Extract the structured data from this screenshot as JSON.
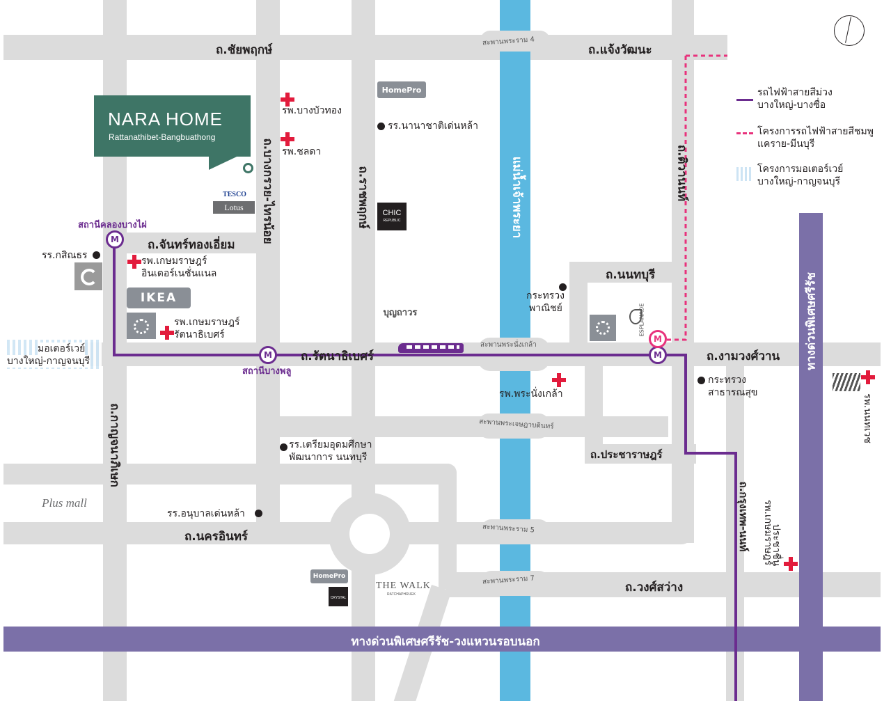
{
  "colors": {
    "road": "#dcdcdc",
    "river": "#5bb8e0",
    "purple_line": "#6b2c8f",
    "pink_line": "#e8327c",
    "expressway": "#7b70a8",
    "callout_bg": "#3e7566",
    "hospital": "#e21b3c"
  },
  "callout": {
    "title": "NARA HOME",
    "subtitle": "Rattanathibet-Bangbuathong"
  },
  "roads": {
    "chaiyapruek": "ถ.ชัยพฤกษ์",
    "chaengwattana": "ถ.แจ้งวัฒนะ",
    "bangkruai_sainoi": "ถ.บางกรวย-ไทรน้อย",
    "ratchapruek": "ถ.ราชพฤกษ์",
    "tiwanon": "ถ.ติวานนท์",
    "chanthongiam": "ถ.จันทร์ทองเอี่ยม",
    "nonthaburi": "ถ.นนทบุรี",
    "rattanathibet": "ถ.รัตนาธิเบศร์",
    "ngamwongwan": "ถ.งามวงศ์วาน",
    "kanchanaphisek": "ถ.กาญจนาภิเษก",
    "pracharat": "ถ.ประชาราษฎร์",
    "nakhon_in": "ถ.นครอินทร์",
    "wongsawang": "ถ.วงศ์สว่าง",
    "krungthep_nonthaburi": "ถ.กรุงเทพ-นนท์",
    "expressway_outer_ring": "ทางด่วนพิเศษศรีรัช-วงแหวนรอบนอก",
    "expressway_sirat": "ทางด่วนพิเศษศรีรัช"
  },
  "river": {
    "name": "แม่น้ำเจ้าพระยา"
  },
  "bridges": {
    "rama4": "สะพานพระราม 4",
    "phra_nang_klao": "สะพานพระนั่งเกล้า",
    "maha_chetsadabodin": "สะพานพระเจษฎาบดินทร์",
    "rama5": "สะพานพระราม 5",
    "rama7": "สะพานพระราม 7"
  },
  "stations": {
    "khlong_bang_phai": "สถานีคลองบางไผ่",
    "bang_phlu": "สถานีบางพลู",
    "icon_letter": "M"
  },
  "places": {
    "hosp_bangbuathong": "รพ.บางบัวทอง",
    "hosp_chonlada": "รพ.ชลดา",
    "school_international": "รร.นานาชาติเด่นหล้า",
    "school_kasintorn": "รร.กสิณธร",
    "hosp_kasemrad_inter_1": "รพ.เกษมราษฎร์",
    "hosp_kasemrad_inter_2": "อินเตอร์เนชั่นแนล",
    "hosp_kasemrad_rat_1": "รพ.เกษมราษฎร์",
    "hosp_kasemrad_rat_2": "รัตนาธิเบศร์",
    "ministry_commerce_1": "กระทรวง",
    "ministry_commerce_2": "พาณิชย์",
    "ministry_health_1": "กระทรวง",
    "ministry_health_2": "สาธารณสุข",
    "hosp_phranangklao": "รพ.พระนั่งเกล้า",
    "school_triam_1": "รร.เตรียมอุดมศึกษา",
    "school_triam_2": "พัฒนาการ นนทบุรี",
    "school_kindergarten": "รร.อนุบาลเด่นหล้า",
    "hosp_nonthaburi": "รพ.นนทเวช",
    "hosp_kasemrad_pracha_1": "รพ.เกษมราษฎร์",
    "hosp_kasemrad_pracha_2": "ประชาชื่น"
  },
  "brands": {
    "homepro": "HomePro",
    "tesco": "TESCO",
    "lotus": "Lotus",
    "chic": "CHIC",
    "chic_sub": "REPUBLIC",
    "ikea": "IKEA",
    "boonthavorn": "บุญถาวร",
    "esplanade": "ESPLANADE",
    "plus_mall": "Plus mall",
    "the_walk": "THE WALK",
    "the_walk_sub": "RATCHAPHRUEK",
    "crystal": "CRYSTAL"
  },
  "legend": [
    {
      "line1": "รถไฟฟ้าสายสีม่วง",
      "line2": "บางใหญ่-บางซื่อ",
      "style": "purple-solid"
    },
    {
      "line1": "โครงการรถไฟฟ้าสายสีชมพู",
      "line2": "แคราย-มีนบุรี",
      "style": "pink-dashed"
    },
    {
      "line1": "โครงการมอเตอร์เวย์",
      "line2": "บางใหญ่-กาญจนบุรี",
      "style": "blue-striped"
    }
  ],
  "motorway_label": {
    "line1": "มอเตอร์เวย์",
    "line2": "บางใหญ่-กาญจนบุรี"
  }
}
